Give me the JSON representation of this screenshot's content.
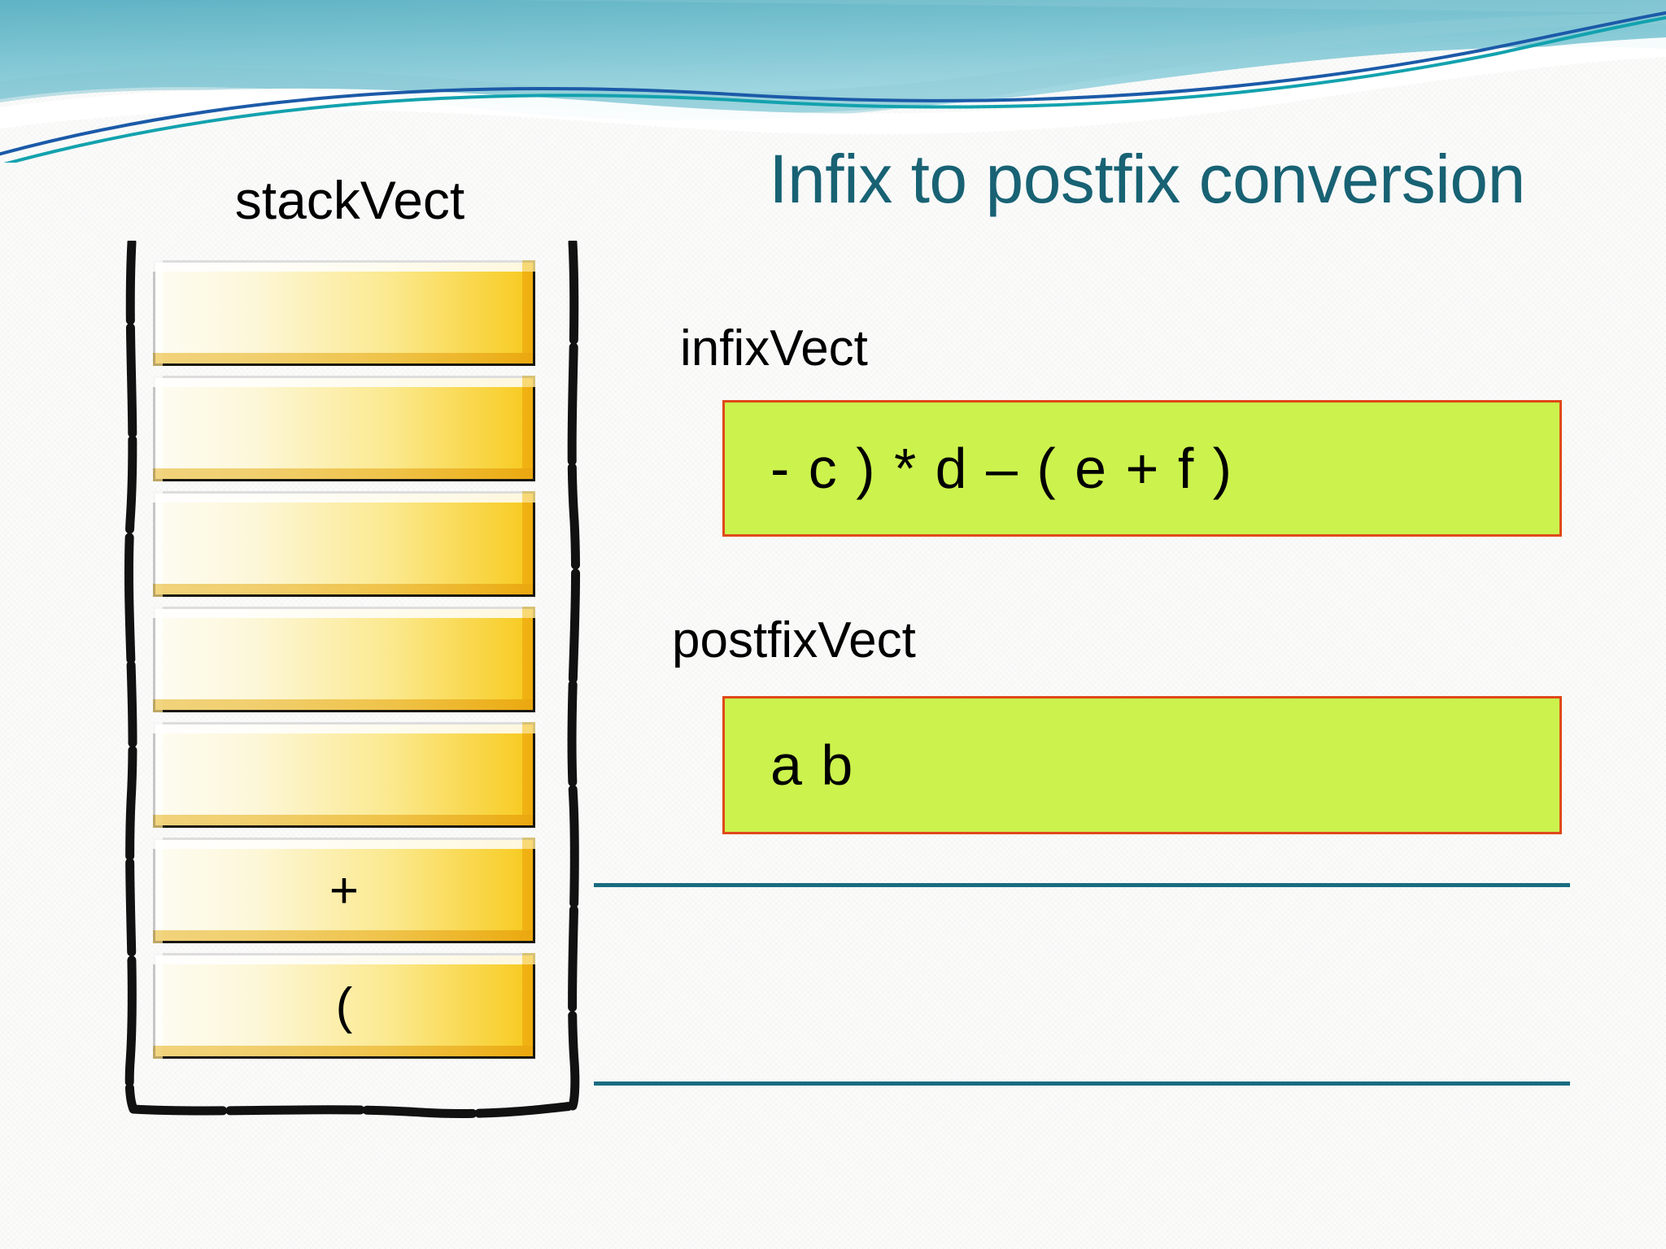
{
  "slide": {
    "title": "Infix to postfix conversion",
    "theme": {
      "title_color": "#186274",
      "rule_color": "#196c80",
      "header_teal": "#7cc3cf",
      "header_blue_line": "#1b5aa8",
      "header_cyan_line": "#12a2ae",
      "box_fill": "#ccf24d",
      "box_border": "#e0491b",
      "cell_light": "#fdfcf2",
      "cell_dark": "#f6c81c",
      "background": "#fbfbfa"
    }
  },
  "stack": {
    "label": "stackVect",
    "cells": [
      {
        "value": ""
      },
      {
        "value": ""
      },
      {
        "value": ""
      },
      {
        "value": ""
      },
      {
        "value": ""
      },
      {
        "value": "+"
      },
      {
        "value": "("
      }
    ]
  },
  "vectors": [
    {
      "label": "infixVect",
      "content": "- c ) * d – ( e + f )"
    },
    {
      "label": "postfixVect",
      "content": "a b"
    }
  ],
  "rules": [
    {
      "name": "divider-top"
    },
    {
      "name": "divider-bottom"
    }
  ]
}
